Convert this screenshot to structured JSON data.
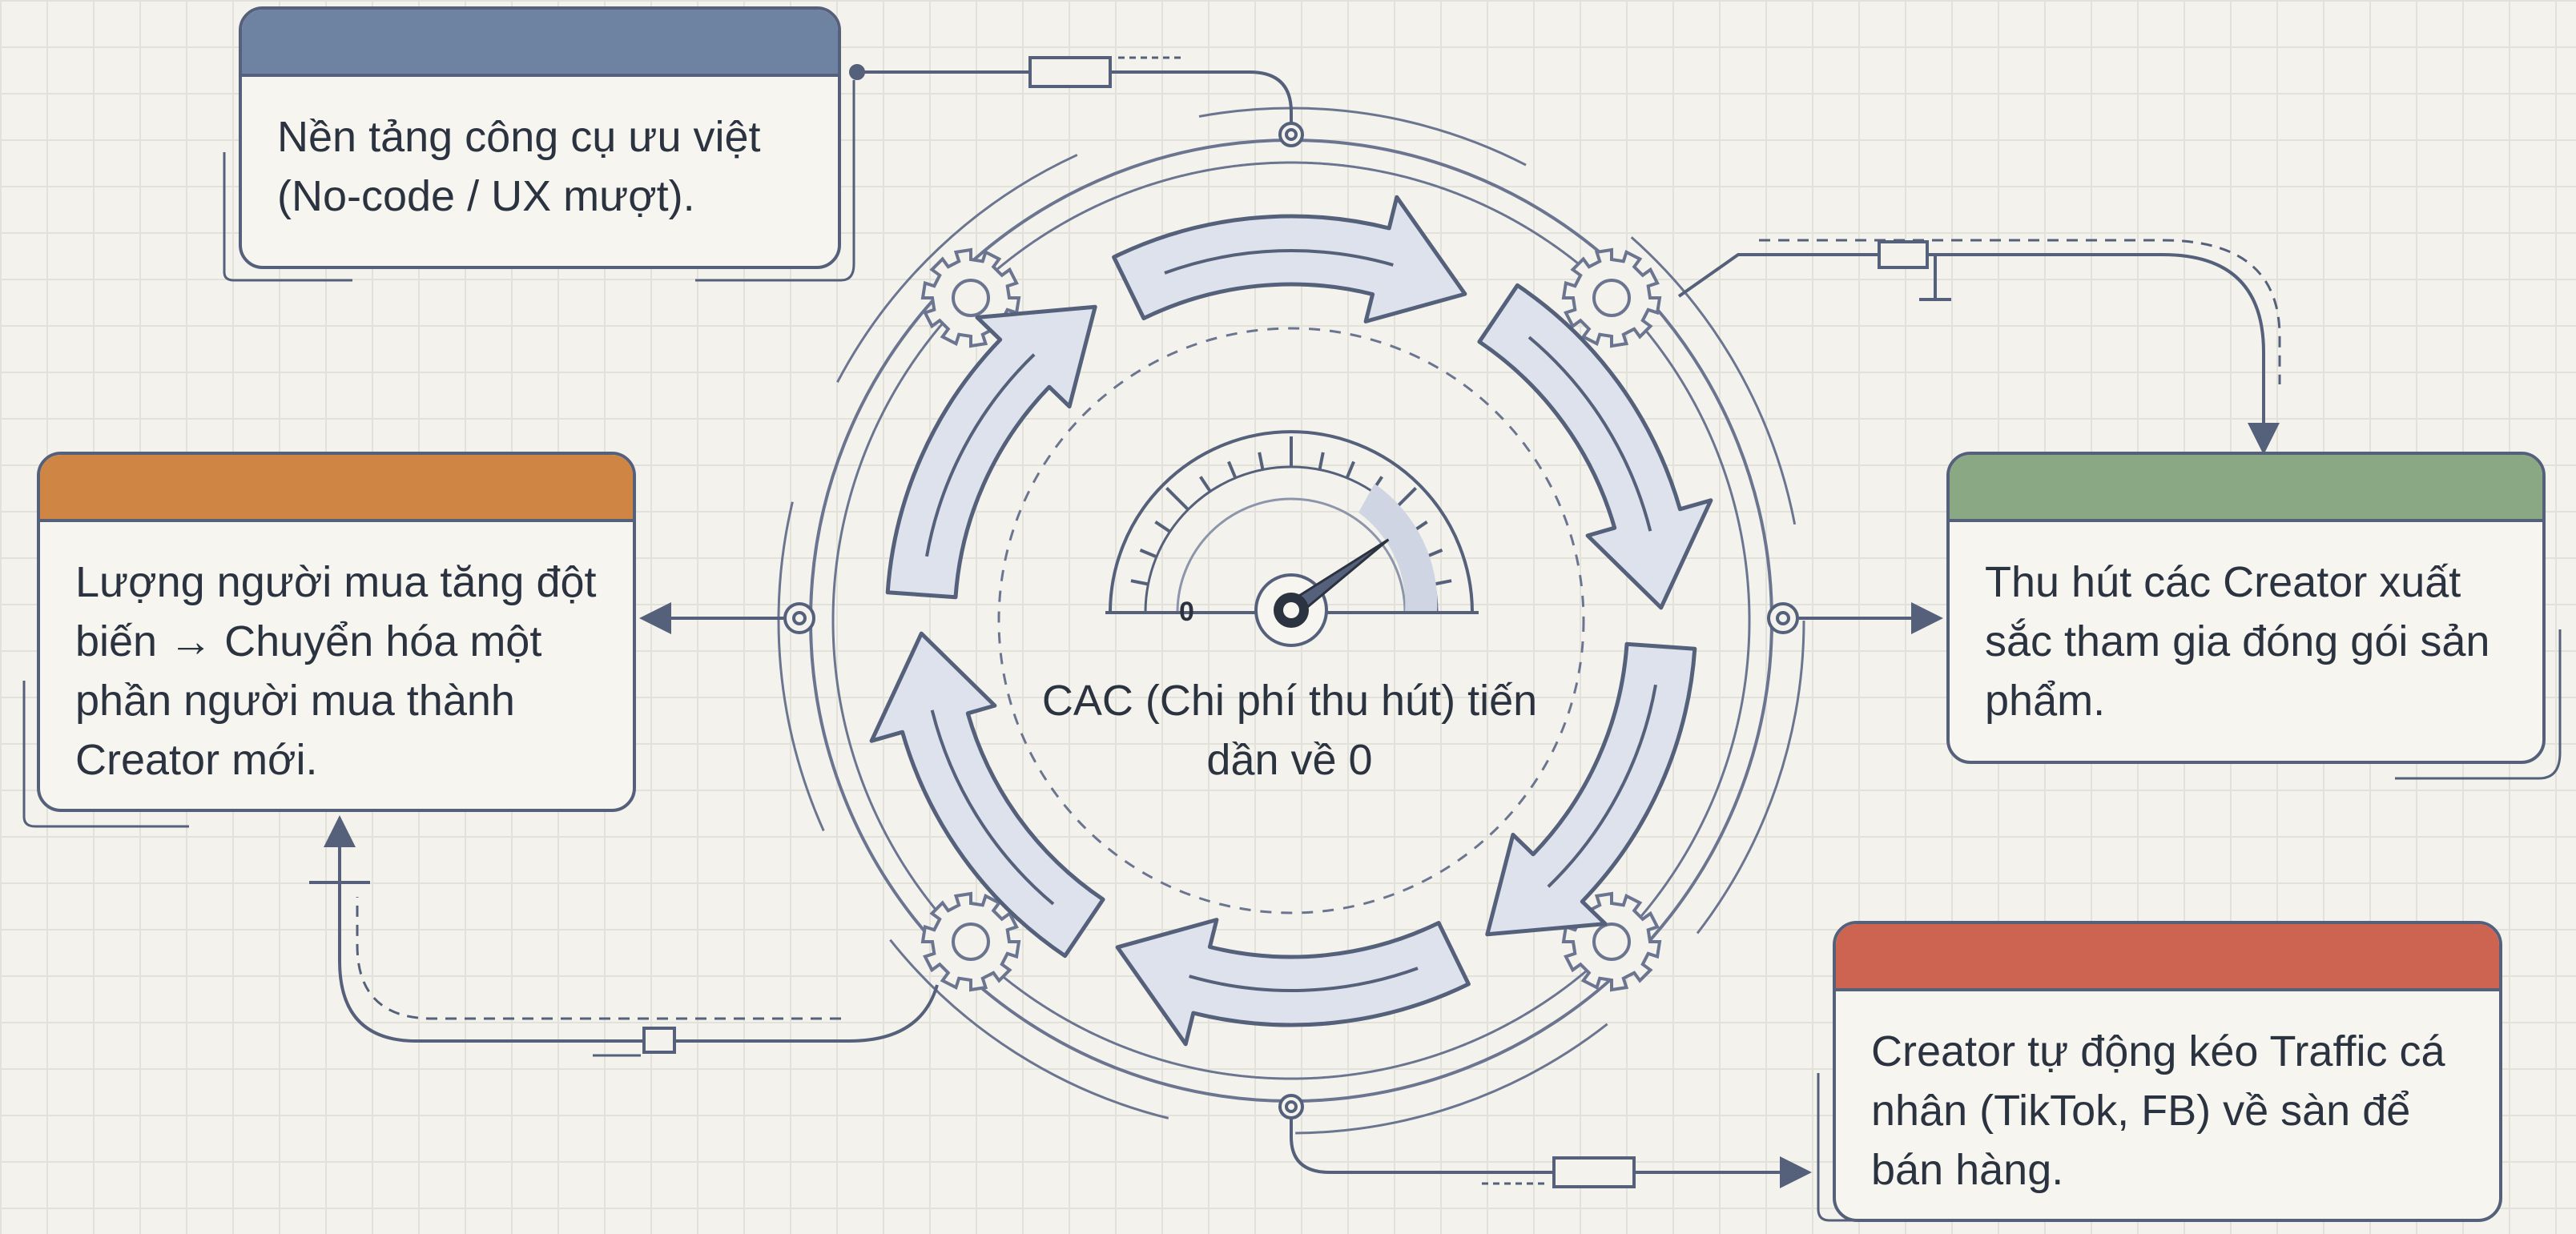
{
  "steps": [
    {
      "text": "Nền tảng công cụ ưu việt (No-code / UX mượt).",
      "header_color": "#6e83a2"
    },
    {
      "text": "Lượng người mua tăng đột biến → Chuyển hóa một phần người mua thành Creator mới.",
      "header_color": "#cf8645"
    },
    {
      "text": "Thu hút các Creator xuất sắc tham gia đóng gói sản phẩm.",
      "header_color": "#89a883"
    },
    {
      "text": "Creator tự động kéo Traffic cá nhân (TikTok, FB) về sàn để bán hàng.",
      "header_color": "#cd6452"
    }
  ],
  "center": {
    "label": "CAC (Chi phí thu hút) tiến dần về 0",
    "gauge_min_label": "0",
    "gauge_needle_fraction": 0.8
  },
  "colors": {
    "line": "#55607a",
    "arrow_fill": "#dde2ec",
    "background": "#f3f2ec"
  },
  "icons": [
    "cycle-arrows",
    "gauge",
    "gear-icon",
    "connector-line"
  ]
}
